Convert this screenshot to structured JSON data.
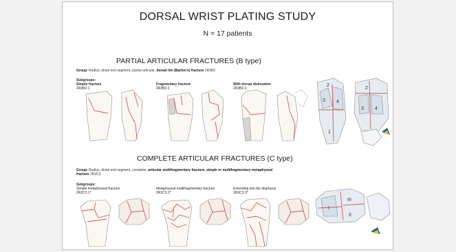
{
  "slide": {
    "title": "DORSAL WRIST PLATING STUDY",
    "subtitle": "N = 17 patients"
  },
  "partial": {
    "heading": "PARTIAL ARTICULAR FRACTURES (B type)",
    "group_prefix": "Group:",
    "group_plain": " Radius, distal end segment, partial articular, ",
    "group_bold": "dorsal rim (Barton's) fracture",
    "group_code": " 2R3B2",
    "subgroups_label": "Subgroups:",
    "subgroups": [
      {
        "name": "Simple fracture",
        "code": "2R3B2.1"
      },
      {
        "name": "Fragmentary fracture",
        "code": "2R3B2.2"
      },
      {
        "name": "With dorsal dislocation",
        "code": "2R3B2.3"
      }
    ],
    "carpal_numbers": [
      "2",
      "3",
      "4",
      "1",
      "2",
      "3",
      "4"
    ]
  },
  "complete": {
    "heading": "COMPLETE  ARTICULAR FRACTURES (C type)",
    "group_prefix": "Group:",
    "group_plain": " Radius, distal end segment, complete, ",
    "group_bold": "articular multifragmentary fracture, simple or multifragmentary metaphyseal",
    "group_line2_bold": "fracture",
    "group_code": " 2R3C3",
    "subgroups_label": "Subgroups:",
    "subgroups": [
      {
        "name": "Simple metaphyseal fracture",
        "code": "2R3C3.1*"
      },
      {
        "name": "Metaphyseal multifragmentary fracture",
        "code": "2R3C3.2*"
      },
      {
        "name": "Extending into the diaphysis",
        "code": "2R3C3.3*"
      }
    ],
    "articular_numbers": [
      "I",
      "III",
      "II"
    ]
  },
  "colors": {
    "fracture_line": "#c95a66",
    "bone_fill": "#fbf7f2",
    "carpal_fill": "#e6ecf2",
    "accent_blue": "#2a5db0",
    "accent_yellow": "#f0c419"
  }
}
